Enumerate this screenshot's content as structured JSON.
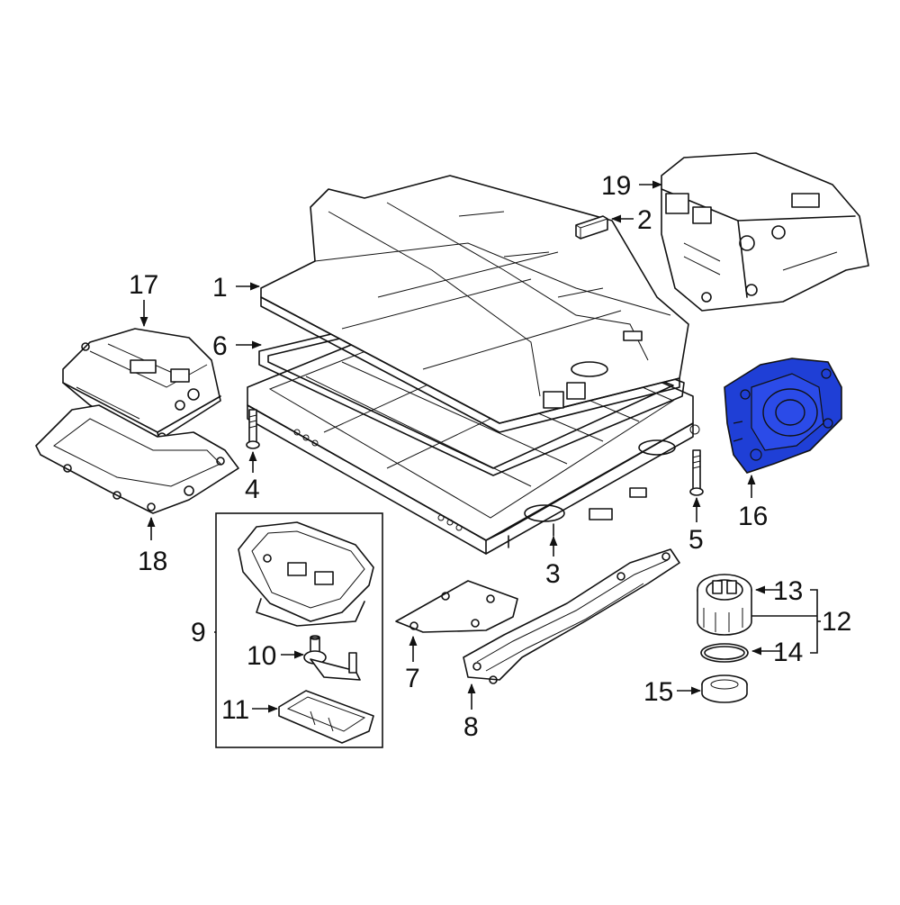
{
  "diagram": {
    "highlight_color": "#1f3fd6",
    "highlighted_part": "16",
    "callouts": [
      {
        "id": "c1",
        "label": "1"
      },
      {
        "id": "c2",
        "label": "2"
      },
      {
        "id": "c3",
        "label": "3"
      },
      {
        "id": "c4",
        "label": "4"
      },
      {
        "id": "c5",
        "label": "5"
      },
      {
        "id": "c6",
        "label": "6"
      },
      {
        "id": "c7",
        "label": "7"
      },
      {
        "id": "c8",
        "label": "8"
      },
      {
        "id": "c9",
        "label": "9"
      },
      {
        "id": "c10",
        "label": "10"
      },
      {
        "id": "c11",
        "label": "11"
      },
      {
        "id": "c12",
        "label": "12"
      },
      {
        "id": "c13",
        "label": "13"
      },
      {
        "id": "c14",
        "label": "14"
      },
      {
        "id": "c15",
        "label": "15"
      },
      {
        "id": "c16",
        "label": "16"
      },
      {
        "id": "c17",
        "label": "17"
      },
      {
        "id": "c18",
        "label": "18"
      },
      {
        "id": "c19",
        "label": "19"
      }
    ]
  }
}
